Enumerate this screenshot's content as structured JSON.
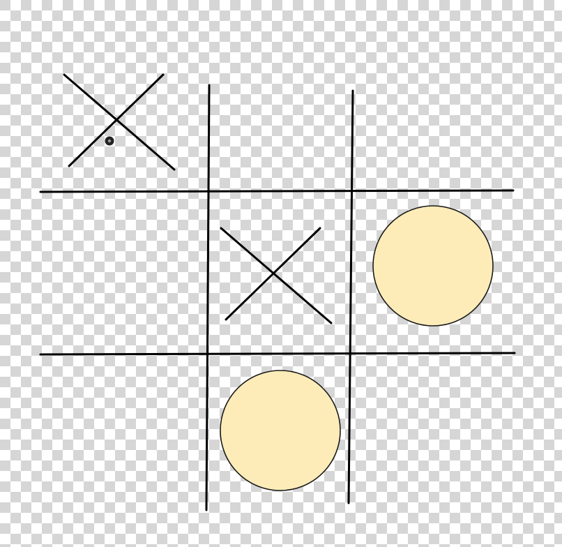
{
  "game": {
    "rows": 3,
    "cols": 3,
    "board": [
      [
        "X",
        "",
        ""
      ],
      [
        "",
        "X",
        "O"
      ],
      [
        "",
        "O",
        ""
      ]
    ]
  },
  "colors": {
    "checker_light": "#ffffff",
    "checker_dark": "#d6d6d6",
    "grid_line": "#000000",
    "x_mark": "#000000",
    "o_fill": "#feecb8",
    "o_stroke": "#1a1a1a",
    "cursor": "#222222"
  },
  "icons": {
    "x_mark": "x-mark-icon",
    "o_mark": "o-mark-icon",
    "cursor": "pointer-dot-icon"
  }
}
